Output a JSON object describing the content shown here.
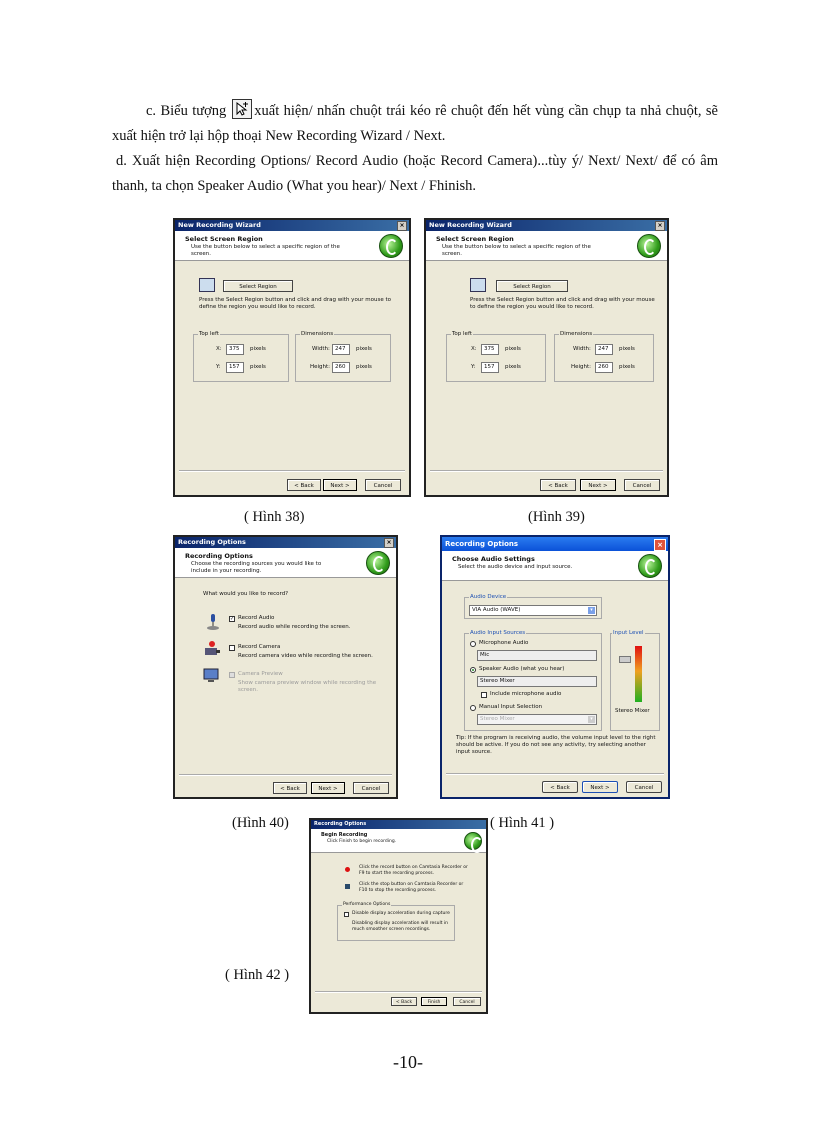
{
  "paragraphs": {
    "c_before": "c. Biểu tượng",
    "c_after": "xuất hiện/ nhấn chuột trái kéo rê chuột đến hết vùng cần chụp ta nhả chuột, sẽ xuất hiện trở lại hộp thoại New Recording Wizard / Next.",
    "d": "d. Xuất hiện Recording Options/ Record Audio (hoặc Record Camera)...tùy ý/ Next/ Next/ để có âm thanh, ta chọn Speaker Audio (What you hear)/ Next / Fhinish."
  },
  "captions": {
    "h38": "( Hình 38)",
    "h39": "(Hình 39)",
    "h40": "(Hình 40)",
    "h41": "( Hình 41 )",
    "h42": "( Hình 42 )"
  },
  "page_number": "-10-",
  "wizard": {
    "window_title": "New Recording Wizard",
    "close": "×",
    "header_title": "Select Screen Region",
    "header_sub": "Use the button below to select a specific region of the screen.",
    "select_region_btn": "Select Region",
    "instruction": "Press the Select Region button and click and drag with your mouse to define the region you would like to record.",
    "top_left_label": "Top left",
    "dimensions_label": "Dimensions",
    "x_label": "X:",
    "y_label": "Y:",
    "width_label": "Width:",
    "height_label": "Height:",
    "x_value": "375",
    "y_value": "157",
    "width_value": "247",
    "height_value": "260",
    "unit": "pixels",
    "back": "< Back",
    "next": "Next >",
    "cancel": "Cancel"
  },
  "options40": {
    "window_title": "Recording Options",
    "header_title": "Recording Options",
    "header_sub": "Choose the recording sources you would like to include in your recording.",
    "question": "What would you like to record?",
    "record_audio": "Record Audio",
    "record_audio_desc": "Record audio while recording the screen.",
    "record_camera": "Record Camera",
    "record_camera_desc": "Record camera video while recording the screen.",
    "camera_preview": "Camera Preview",
    "camera_preview_desc": "Show camera preview window while recording the screen.",
    "check_mark": "✓",
    "back": "< Back",
    "next": "Next >",
    "cancel": "Cancel"
  },
  "options41": {
    "window_title": "Recording Options",
    "header_title": "Choose Audio Settings",
    "header_sub": "Select the audio device and input source.",
    "audio_device_label": "Audio Device",
    "audio_device_value": "VIA Audio (WAVE)",
    "input_sources_label": "Audio Input Sources",
    "input_level_label": "Input Level",
    "microphone_audio": "Microphone Audio",
    "mic_value": "Mic",
    "speaker_audio": "Speaker Audio (what you hear)",
    "stereo_value": "Stereo Mixer",
    "include_mic": "Include microphone audio",
    "manual_input": "Manual Input Selection",
    "manual_value": "Stereo Mixer",
    "level_caption": "Stereo Mixer",
    "tip": "Tip: If the program is receiving audio, the volume input level to the right should be active. If you do not see any activity, try selecting another input source.",
    "back": "< Back",
    "next": "Next >",
    "cancel": "Cancel",
    "colors": {
      "title_blue": "#0b51d8",
      "level_top": "#e01010",
      "level_bottom": "#20b020"
    }
  },
  "options42": {
    "window_title": "Recording Options",
    "header_title": "Begin Recording",
    "header_sub": "Click Finish to begin recording.",
    "line1": "Click the record button on Camtasia Recorder or F9 to start the recording process.",
    "line2": "Click the stop button on Camtasia Recorder or F10 to stop the recording process.",
    "perf_label": "Performance Options",
    "perf_option": "Disable display acceleration during capture",
    "perf_desc": "Disabling display acceleration will result in much smoother screen recordings.",
    "back": "< Back",
    "finish": "Finish",
    "cancel": "Cancel"
  }
}
